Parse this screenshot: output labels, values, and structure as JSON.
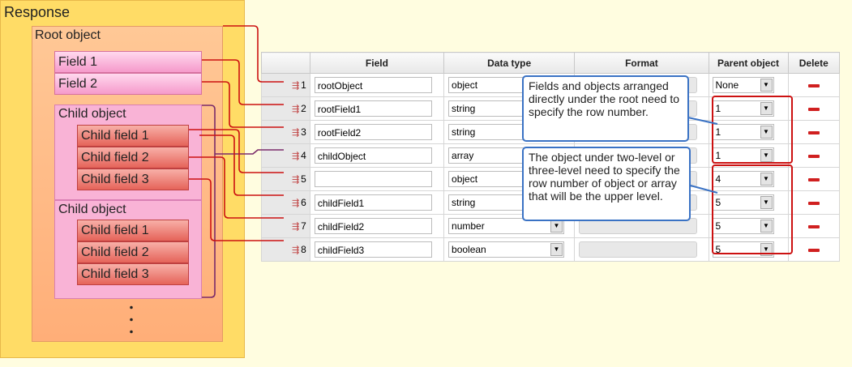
{
  "diagram": {
    "response_label": "Response",
    "root_label": "Root object",
    "fields": [
      "Field 1",
      "Field 2"
    ],
    "child1": {
      "label": "Child object",
      "fields": [
        "Child field 1",
        "Child field 2",
        "Child field 3"
      ]
    },
    "child2": {
      "label": "Child object",
      "fields": [
        "Child field 1",
        "Child field 2",
        "Child field 3"
      ]
    },
    "dots": [
      "・",
      "・",
      "・"
    ]
  },
  "table": {
    "headers": {
      "field": "Field",
      "data_type": "Data type",
      "format": "Format",
      "parent": "Parent object",
      "delete": "Delete"
    },
    "rows": [
      {
        "num": "1",
        "field": "rootObject",
        "type": "object",
        "parent": "None"
      },
      {
        "num": "2",
        "field": "rootField1",
        "type": "string",
        "parent": "1"
      },
      {
        "num": "3",
        "field": "rootField2",
        "type": "string",
        "parent": "1"
      },
      {
        "num": "4",
        "field": "childObject",
        "type": "array",
        "parent": "1"
      },
      {
        "num": "5",
        "field": "",
        "type": "object",
        "parent": "4"
      },
      {
        "num": "6",
        "field": "childField1",
        "type": "string",
        "parent": "5"
      },
      {
        "num": "7",
        "field": "childField2",
        "type": "number",
        "parent": "5"
      },
      {
        "num": "8",
        "field": "childField3",
        "type": "boolean",
        "parent": "5"
      }
    ]
  },
  "callouts": {
    "c1": "Fields and objects arranged directly under the root need to specify the row number.",
    "c2": "The object under two-level or three-level need to specify the row number of object or array that will be the upper level."
  },
  "colors": {
    "wire_red": "#cc1111",
    "wire_purple": "#7a2a6a",
    "callout_border": "#3a72c4"
  }
}
